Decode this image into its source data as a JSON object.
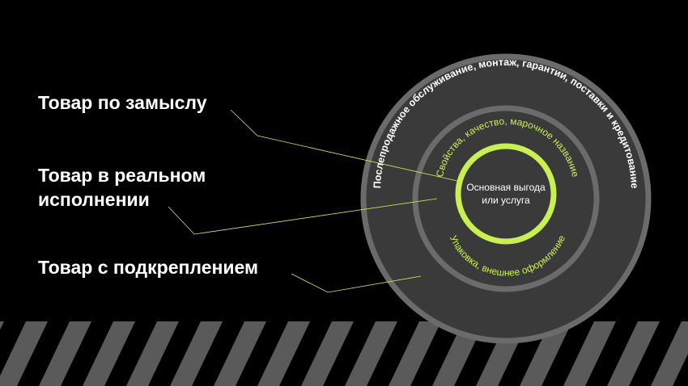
{
  "labels": {
    "concept": "Товар по замыслу",
    "actual_line1": "Товар в реальном",
    "actual_line2": "исполнении",
    "augmented": "Товар с подкреплением"
  },
  "rings": {
    "core": "Основная выгода",
    "core_line2": "или услуга",
    "actual_top": "Свойства, качество, марочное название",
    "actual_bottom": "Упаковка, внешнее оформление",
    "augmented_top": "Послепродажное обслуживание, монтаж, гарантии, поставки и кредитование"
  },
  "colors": {
    "background": "#000000",
    "ring_stroke": "#6b6b6b",
    "ring_fill": "#3a3a3a",
    "accent": "#c8f050",
    "stripe": "#5a5a5a",
    "label_text": "#ffffff"
  }
}
